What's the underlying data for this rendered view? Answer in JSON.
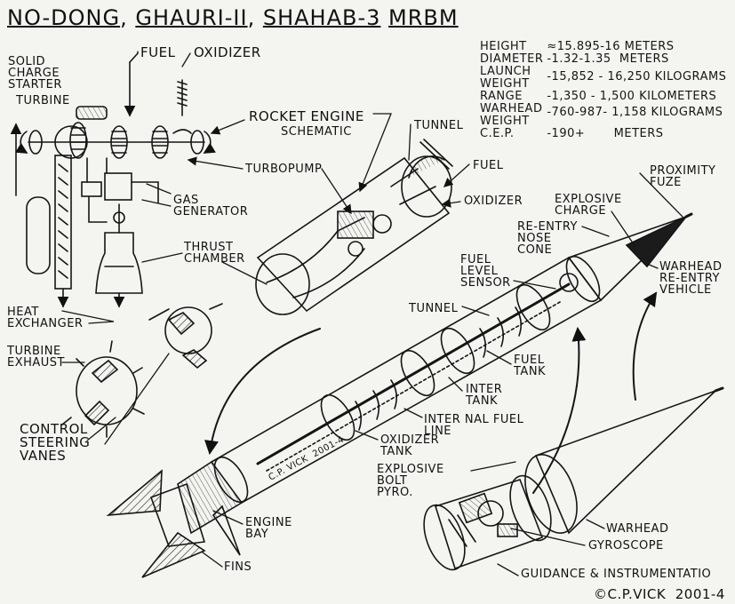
{
  "title": {
    "parts": [
      "NO-DONG",
      "GHAURI-II",
      "SHAHAB-3",
      "MRBM"
    ]
  },
  "specs": [
    {
      "name": "HEIGHT",
      "value": "≈15.895-16 METERS"
    },
    {
      "name": "DIAMETER",
      "value": "-1.32-1.35  METERS"
    },
    {
      "name": "LAUNCH\nWEIGHT",
      "value": "-15,852 - 16,250 KILOGRAMS"
    },
    {
      "name": "RANGE",
      "value": "-1,350 - 1,500 KILOMETERS"
    },
    {
      "name": "WARHEAD\nWEIGHT",
      "value": "-760-987- 1,158 KILOGRAMS"
    },
    {
      "name": "C.E.P.",
      "value": "-190+       METERS"
    }
  ],
  "labels": {
    "solid_charge_starter": "SOLID\nCHARGE\nSTARTER",
    "turbine": "TURBINE",
    "fuel_top": "FUEL",
    "oxidizer_top": "OXIDIZER",
    "rocket_engine": "ROCKET ENGINE",
    "schematic": "SCHEMATIC",
    "turbopump": "TURBOPUMP",
    "gas_generator": "GAS\nGENERATOR",
    "thrust_chamber": "THRUST\nCHAMBER",
    "heat_exchanger": "HEAT\nEXCHANGER",
    "turbine_exhaust": "TURBINE\nEXHAUST",
    "control_vanes": "CONTROL\nSTEERING\nVANES",
    "tunnel_top": "TUNNEL",
    "fuel_right": "FUEL",
    "oxidizer_right": "OXIDIZER",
    "proximity_fuze": "PROXIMITY\nFUZE",
    "explosive_charge": "EXPLOSIVE\nCHARGE",
    "reentry_nose_cone": "RE-ENTRY\nNOSE\nCONE",
    "fuel_level_sensor": "FUEL\nLEVEL\nSENSOR",
    "warhead_rv": "WARHEAD\nRE-ENTRY\nVEHICLE",
    "tunnel_mid": "TUNNEL",
    "fuel_tank": "FUEL\nTANK",
    "inter_tank": "INTER\nTANK",
    "internal_fuel_line": "INTER NAL FUEL\nLINE",
    "oxidizer_tank": "OXIDIZER\nTANK",
    "explosive_bolt": "EXPLOSIVE\nBOLT\nPYRO.",
    "engine_bay": "ENGINE\nBAY",
    "fins": "FINS",
    "warhead": "WARHEAD",
    "gyroscope": "GYROSCOPE",
    "guidance": "GUIDANCE & INSTRUMENTATIO",
    "body_signature": "C.P. VICK  2001-4",
    "copyright": "©C.P.VICK  2001-4"
  }
}
